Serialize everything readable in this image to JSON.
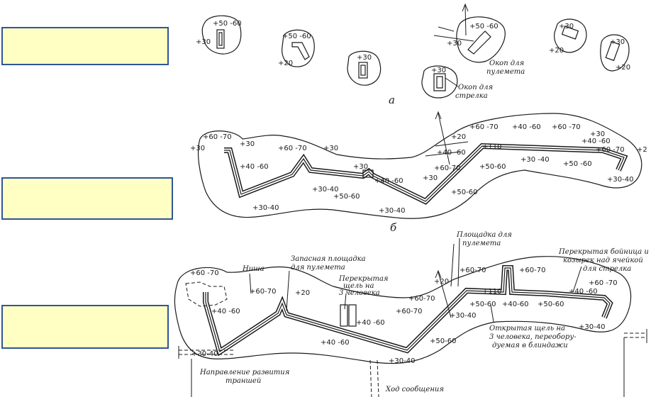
{
  "colors": {
    "box_fill": "#ffffc4",
    "box_border": "#2f5597",
    "ink": "#1a1a1a"
  },
  "part_labels": {
    "a": "а",
    "b": "б"
  },
  "a": {
    "numbers": [
      "+50 -60",
      "+30",
      "+50 -60",
      "+20",
      "+30",
      "+30",
      "+50 -60",
      "+30",
      "+30",
      "+20",
      "+30",
      "+20"
    ],
    "okop_pulemeta": [
      "Окоп для",
      "пулемета"
    ],
    "okop_strelka": [
      "Окоп для",
      "стрелка"
    ]
  },
  "b": {
    "numbers": [
      "+60 -70",
      "+30",
      "+30",
      "+60 -70",
      "+30",
      "+40 -60",
      "+30",
      "+40 -60",
      "+30-40",
      "+50-60",
      "+30-40",
      "+30-40",
      "+20",
      "+40 -60",
      "+60-70",
      "+30",
      "+60 -70",
      "+40 -60",
      "+60 -70",
      "+30",
      "+40 -60",
      "+60 -70",
      "+2",
      "+50-60",
      "+30 -40",
      "+50 -60",
      "+50-60",
      "+30-40",
      "+110"
    ]
  },
  "c": {
    "numbers": [
      "+60 -70",
      "+60-70",
      "+20",
      "+40 -60",
      "+40 -60",
      "+30-40",
      "+40 -60",
      "+20",
      "+60-70",
      "+60-70",
      "+60-70",
      "+60-70",
      "+110",
      "+50-60",
      "+40-60",
      "+50-60",
      "+30-40",
      "+40 -60",
      "+60 -70",
      "+30-40",
      "+50-60",
      "+30-40"
    ],
    "nisha": "Ниша",
    "zapas": [
      "Запасная площадка",
      "для пулемета"
    ],
    "perekr_shchel": [
      "Перекрытая",
      "щель на",
      "3 человека"
    ],
    "ploshchadka": [
      "Площадка для",
      "пулемета"
    ],
    "bojnica": [
      "Перекрытая бойница и",
      "козырек над ячейкой",
      "для стрелка"
    ],
    "otkr_shchel": [
      "Открытая щель на",
      "3 человека, переобору-",
      "дуемая в блиндажи"
    ],
    "napravlenie": [
      "Направление развития",
      "траншей"
    ],
    "khod": "Ход сообщения"
  }
}
